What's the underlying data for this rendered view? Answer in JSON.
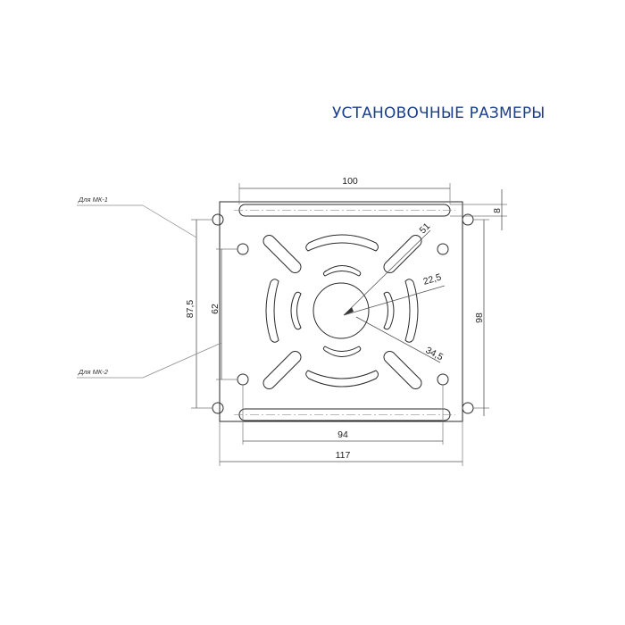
{
  "title": "УСТАНОВОЧНЫЕ РАЗМЕРЫ",
  "notes": {
    "mk1": "Для МК-1",
    "mk2": "Для МК-2"
  },
  "dimensions": {
    "top_slot_length": "100",
    "slot_height": "8",
    "mk1_vertical": "87,5",
    "mk2_vertical": "62",
    "right_vertical": "98",
    "bottom_slot_length": "94",
    "overall_width": "117",
    "dia_51": "51",
    "dia_22_5": "22,5",
    "dia_34_5": "34,5"
  },
  "colors": {
    "title": "#1c3f8c",
    "line": "#2a2a2a"
  }
}
